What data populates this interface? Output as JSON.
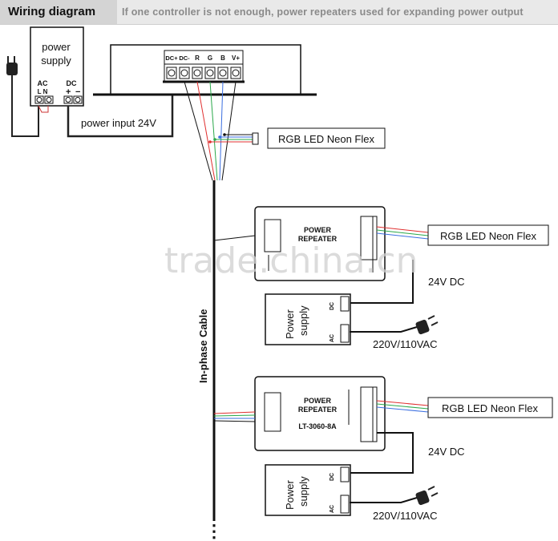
{
  "header": {
    "title": "Wiring diagram",
    "subtitle": "If one controller is not enough,  power repeaters  used for expanding power output"
  },
  "top_psu": {
    "label_line1": "power",
    "label_line2": "supply",
    "ac": "AC",
    "ac_pins": "L  N",
    "dc": "DC"
  },
  "power_input": "power input 24V",
  "controller_terminals": [
    "DC+",
    "DC-",
    "R",
    "G",
    "B",
    "V+"
  ],
  "neon_label": "RGB LED Neon Flex",
  "cable_label": "In-phase Cable",
  "repeater": {
    "line1": "POWER",
    "line2": "REPEATER",
    "model": "LT-3060-8A"
  },
  "psu2": {
    "line1": "Power",
    "line2": "supply",
    "dc": "DC",
    "ac": "AC"
  },
  "voltage_dc": "24V DC",
  "voltage_ac": "220V/110VAC",
  "continuation": "⋮",
  "watermark": "trade.china.cn",
  "colors": {
    "red": "#e03030",
    "green": "#2aa84a",
    "blue": "#3a6ee0",
    "black": "#111111"
  }
}
